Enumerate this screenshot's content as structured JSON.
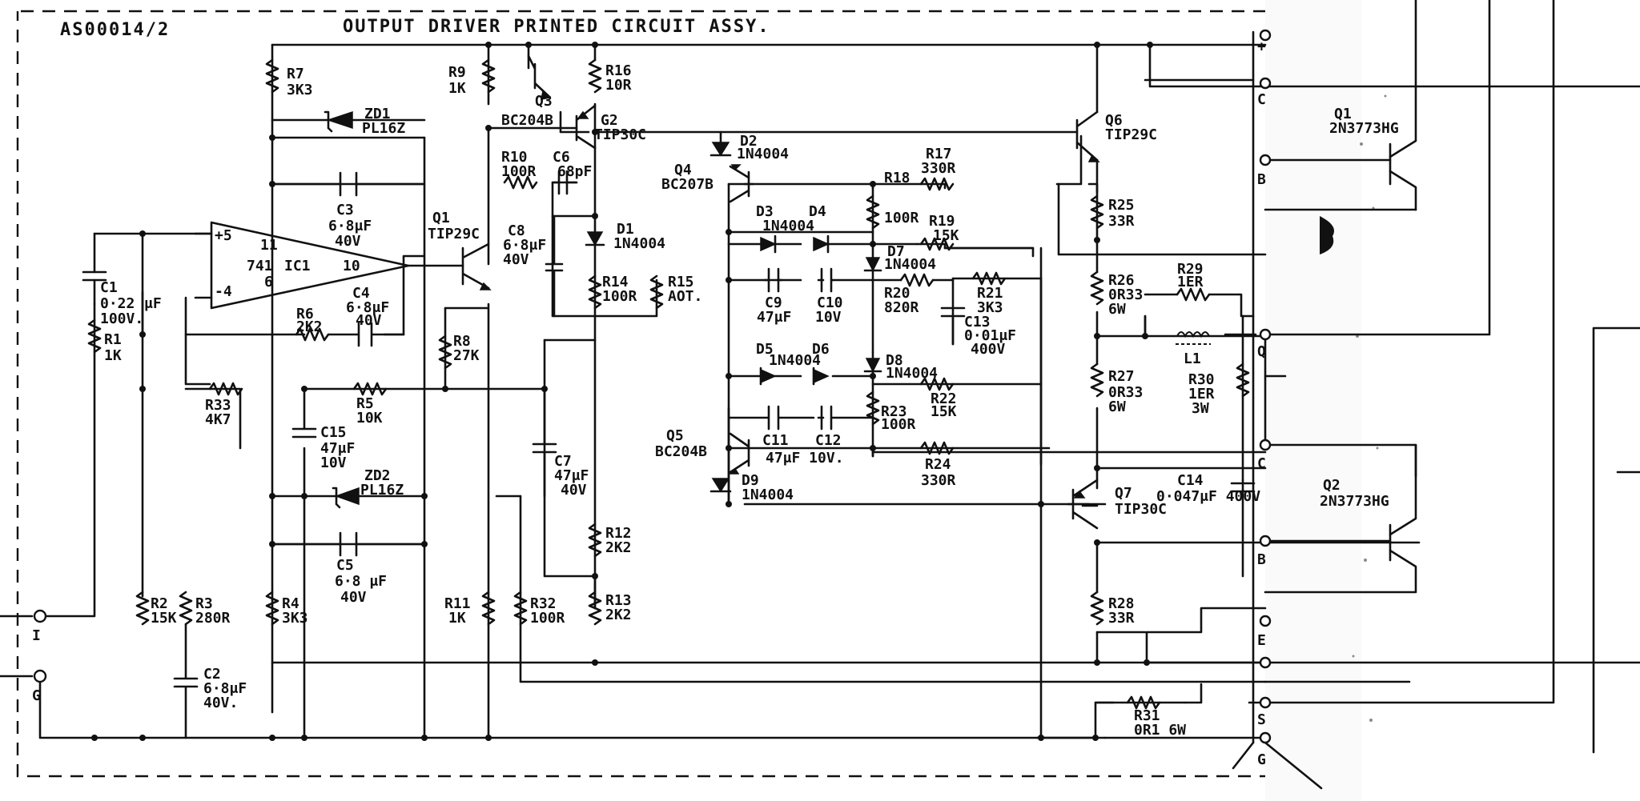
{
  "drawing": {
    "number": "AS00014/2",
    "title": "OUTPUT DRIVER PRINTED CIRCUIT ASSY."
  },
  "components": {
    "r1": [
      "R1",
      "1K"
    ],
    "r2": [
      "R2",
      "15K"
    ],
    "r3": [
      "R3",
      "280R"
    ],
    "r4": [
      "R4",
      "3K3"
    ],
    "r5": [
      "R5",
      "10K"
    ],
    "r6": [
      "R6",
      "2K2"
    ],
    "r7": [
      "R7",
      "3K3"
    ],
    "r8": [
      "R8",
      "27K"
    ],
    "r9": [
      "R9",
      "1K"
    ],
    "r10": [
      "R10",
      "100R"
    ],
    "r11": [
      "R11",
      "1K"
    ],
    "r12": [
      "R12",
      "2K2"
    ],
    "r13": [
      "R13",
      "2K2"
    ],
    "r14": [
      "R14",
      "100R"
    ],
    "r15": [
      "R15",
      "AOT."
    ],
    "r16": [
      "R16",
      "10R"
    ],
    "r17": [
      "R17",
      "330R"
    ],
    "r18": [
      "R18",
      "100R"
    ],
    "r19": [
      "R19",
      "15K"
    ],
    "r20": [
      "R20",
      "820R"
    ],
    "r21": [
      "R21",
      "3K3"
    ],
    "r22": [
      "R22",
      "15K"
    ],
    "r23": [
      "R23",
      "100R"
    ],
    "r24": [
      "R24",
      "330R"
    ],
    "r25": [
      "R25",
      "33R"
    ],
    "r26": [
      "R26",
      "0R33",
      "6W"
    ],
    "r27": [
      "R27",
      "0R33",
      "6W"
    ],
    "r28": [
      "R28",
      "33R"
    ],
    "r29": [
      "R29",
      "1ER"
    ],
    "r30": [
      "R30",
      "1ER",
      "3W"
    ],
    "r31": [
      "R31",
      "0R1 6W"
    ],
    "r32": [
      "R32",
      "100R"
    ],
    "r33": [
      "R33",
      "4K7"
    ],
    "c1": [
      "C1",
      "0·22",
      "100V.",
      "μF"
    ],
    "c2": [
      "C2",
      "6·8μF",
      "40V."
    ],
    "c3": [
      "C3",
      "6·8μF",
      "40V"
    ],
    "c4": [
      "C4",
      "6·8μF",
      "40V"
    ],
    "c5": [
      "C5",
      "6·8 μF",
      "40V"
    ],
    "c6": [
      "C6",
      "68pF"
    ],
    "c7": [
      "C7",
      "47μF",
      "40V"
    ],
    "c8": [
      "C8",
      "6·8μF",
      "40V"
    ],
    "c9": [
      "C9",
      "47μF"
    ],
    "c10": [
      "C10",
      "10V"
    ],
    "c11": [
      "C11"
    ],
    "c12": [
      "C12",
      "47μF 10V."
    ],
    "c13": [
      "C13",
      "0·01μF",
      "400V"
    ],
    "c14": [
      "C14",
      "0·047μF 400V"
    ],
    "c15": [
      "C15",
      "47μF",
      "10V"
    ],
    "d1": [
      "D1",
      "1N4004"
    ],
    "d2": [
      "D2",
      "1N4004"
    ],
    "d3": [
      "D3",
      "1N4004"
    ],
    "d4": [
      "D4"
    ],
    "d5": [
      "D5",
      "1N4004"
    ],
    "d6": [
      "D6"
    ],
    "d7": [
      "D7",
      "1N4004"
    ],
    "d8": [
      "D8",
      "1N4004"
    ],
    "d9": [
      "D9",
      "1N4004"
    ],
    "zd1": [
      "ZD1",
      "PL16Z"
    ],
    "zd2": [
      "ZD2",
      "PL16Z"
    ],
    "q1": [
      "Q1",
      "TIP29C"
    ],
    "q2": [
      "G2",
      "TIP30C"
    ],
    "q3": [
      "Q3",
      "BC204B"
    ],
    "q4": [
      "Q4",
      "BC207B"
    ],
    "q5": [
      "Q5",
      "BC204B"
    ],
    "q6": [
      "Q6",
      "TIP29C"
    ],
    "q7": [
      "Q7",
      "TIP30C"
    ],
    "q1x": [
      "Q1",
      "2N3773HG"
    ],
    "q2x": [
      "Q2",
      "2N3773HG"
    ],
    "l1": [
      "L1"
    ],
    "ic1": [
      "741",
      "IC1",
      "+5",
      "-4",
      "11",
      "6",
      "10"
    ]
  },
  "terminals": {
    "input": "I",
    "ground": "G",
    "t1": "+",
    "t2": "C",
    "t3": "B",
    "t4": "Q",
    "t5": "C",
    "t6": "B",
    "t7": "E",
    "t8": "S",
    "t9": "G"
  }
}
